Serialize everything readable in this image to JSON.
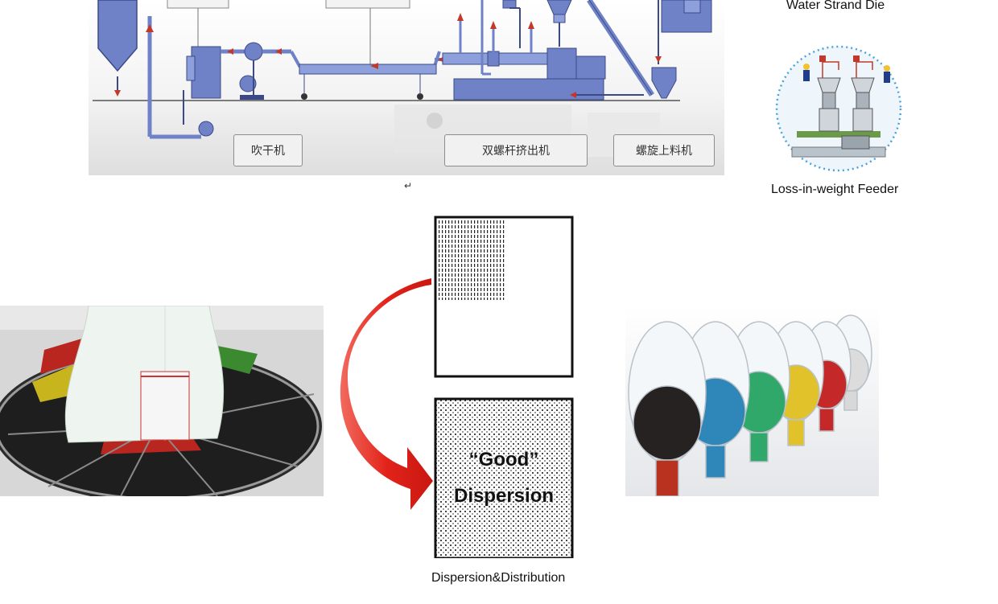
{
  "process_diagram": {
    "labels": {
      "dryer": "吹干机",
      "twin_screw_extruder": "双螺杆挤出机",
      "screw_loader": "螺旋上料机"
    },
    "return_mark": "↵"
  },
  "captions": {
    "water_strand_die": "Water Strand Die",
    "loss_in_weight_feeder": "Loss-in-weight Feeder",
    "dispersion_distribution": "Dispersion&Distribution"
  },
  "dispersion_diagram": {
    "good_label_line1": "“Good”",
    "good_label_line2": "Dispersion"
  },
  "colors": {
    "machine_blue": "#6f82c8",
    "machine_outline": "#3b4a86",
    "arrow_red": "#e2231a",
    "flow_red": "#c0392b"
  }
}
